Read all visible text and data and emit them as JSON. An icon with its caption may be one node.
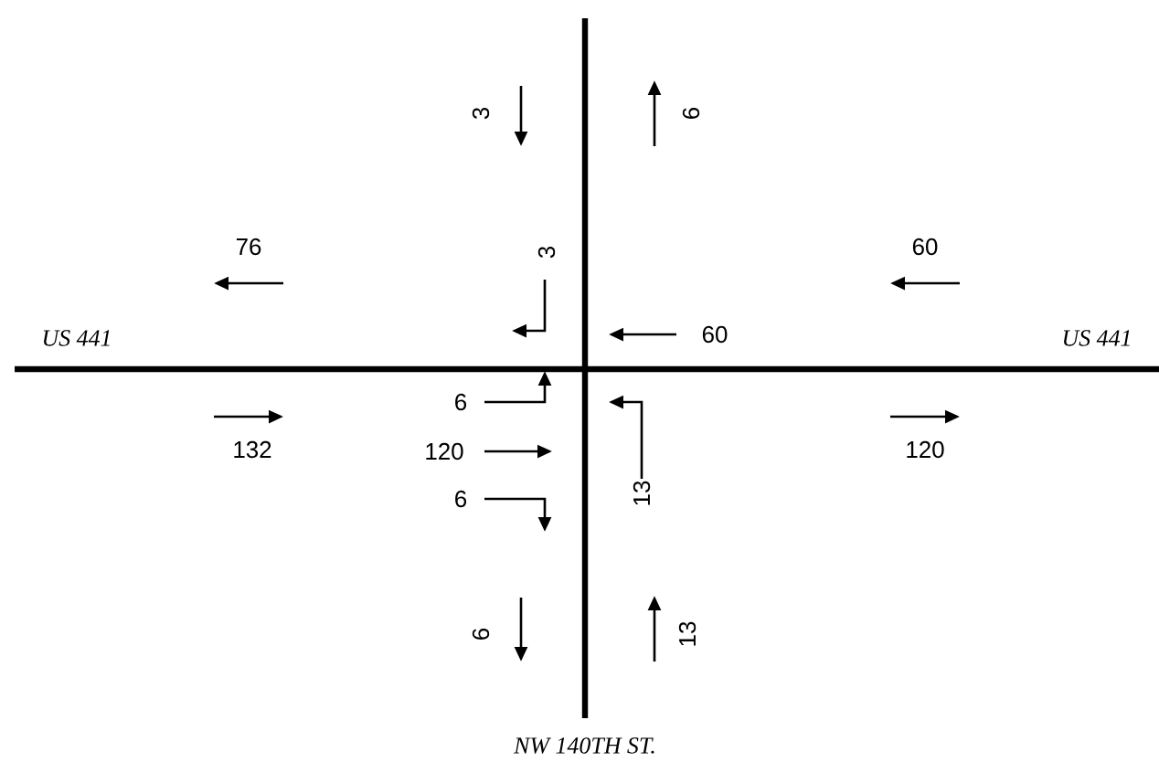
{
  "diagram": {
    "labels": [
      "3",
      "6",
      "76",
      "60",
      "3",
      "US 441",
      "60",
      "US 441",
      "6",
      "132",
      "120",
      "120",
      "6",
      "13",
      "6",
      "13",
      "NW 140TH ST."
    ]
  }
}
